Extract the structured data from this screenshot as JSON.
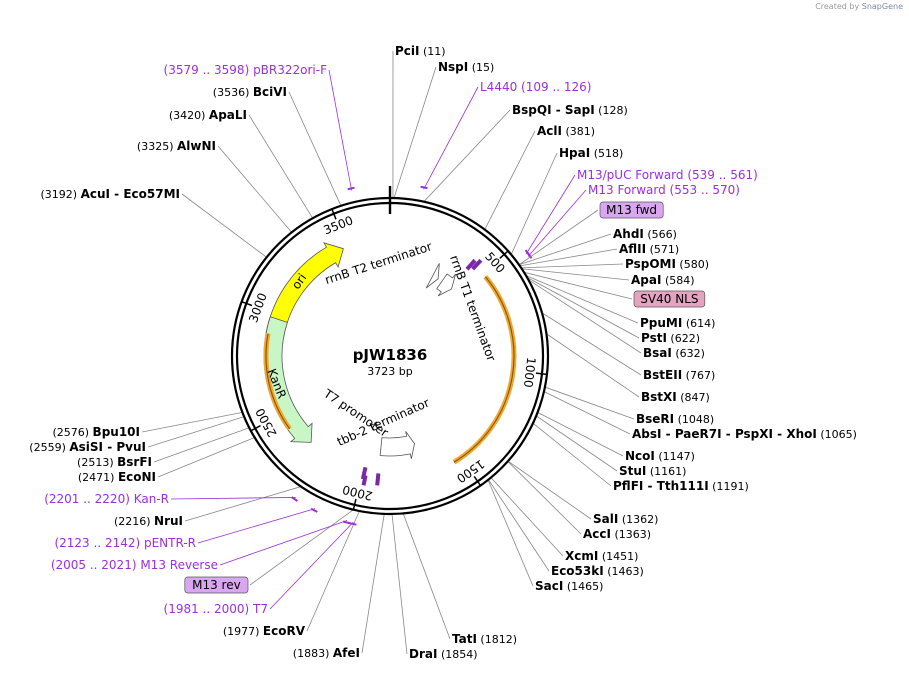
{
  "credit": {
    "prefix": "Created by",
    "brand": "SnapGene"
  },
  "plasmid": {
    "name": "pJW1836",
    "length_label": "3723 bp",
    "length": 3723
  },
  "colors": {
    "primer": "#9b30d9",
    "feature_orange": "#f0a830",
    "ori": "#ffff00",
    "kanr": "#c8f7c5",
    "box_purple": "#d9a6f0",
    "box_pink": "#e6a3c0"
  },
  "ticks": [
    {
      "label": "500",
      "bp": 500
    },
    {
      "label": "1000",
      "bp": 1000
    },
    {
      "label": "1500",
      "bp": 1500
    },
    {
      "label": "2000",
      "bp": 2000
    },
    {
      "label": "2500",
      "bp": 2500
    },
    {
      "label": "3000",
      "bp": 3000
    },
    {
      "label": "3500",
      "bp": 3500
    }
  ],
  "features": [
    {
      "name": "ori",
      "start": 2900,
      "end": 3480,
      "color": "#ffff00",
      "dir": 1
    },
    {
      "name": "KanR",
      "start": 2300,
      "end": 2980,
      "color": "#c8f7c5",
      "dir": -1
    },
    {
      "name": "rrnB T2 terminator",
      "start": 290,
      "end": 330,
      "color": "#ffffff",
      "dir": 1
    },
    {
      "name": "rrnB T1 terminator",
      "start": 360,
      "end": 440,
      "color": "#ffffff",
      "dir": 1
    },
    {
      "name": "tbb-2 terminator",
      "start": 1700,
      "end": 1920,
      "color": "#ffffff",
      "dir": -1
    },
    {
      "name": "T7 promoter",
      "start": 1981,
      "end": 2000,
      "color": "#ffffff",
      "dir": -1
    }
  ],
  "labels": [
    {
      "text": "PciI",
      "pos": "(11)",
      "type": "enzyme"
    },
    {
      "text": "NspI",
      "pos": "(15)",
      "type": "enzyme"
    },
    {
      "text": "L4440",
      "pos": "(109 .. 126)",
      "type": "primer"
    },
    {
      "text": "BspQI - SapI",
      "pos": "(128)",
      "type": "enzyme"
    },
    {
      "text": "AclI",
      "pos": "(381)",
      "type": "enzyme"
    },
    {
      "text": "HpaI",
      "pos": "(518)",
      "type": "enzyme"
    },
    {
      "text": "M13/pUC Forward",
      "pos": "(539 .. 561)",
      "type": "primer"
    },
    {
      "text": "M13 Forward",
      "pos": "(553 .. 570)",
      "type": "primer"
    },
    {
      "text": "M13 fwd",
      "pos": "",
      "type": "box_purple"
    },
    {
      "text": "AhdI",
      "pos": "(566)",
      "type": "enzyme"
    },
    {
      "text": "AflII",
      "pos": "(571)",
      "type": "enzyme"
    },
    {
      "text": "PspOMI",
      "pos": "(580)",
      "type": "enzyme"
    },
    {
      "text": "ApaI",
      "pos": "(584)",
      "type": "enzyme"
    },
    {
      "text": "SV40 NLS",
      "pos": "",
      "type": "box_pink"
    },
    {
      "text": "PpuMI",
      "pos": "(614)",
      "type": "enzyme"
    },
    {
      "text": "PstI",
      "pos": "(622)",
      "type": "enzyme"
    },
    {
      "text": "BsaI",
      "pos": "(632)",
      "type": "enzyme"
    },
    {
      "text": "BstEII",
      "pos": "(767)",
      "type": "enzyme"
    },
    {
      "text": "BstXI",
      "pos": "(847)",
      "type": "enzyme"
    },
    {
      "text": "BseRI",
      "pos": "(1048)",
      "type": "enzyme"
    },
    {
      "text": "AbsI - PaeR7I - PspXI - XhoI",
      "pos": "(1065)",
      "type": "enzyme"
    },
    {
      "text": "NcoI",
      "pos": "(1147)",
      "type": "enzyme"
    },
    {
      "text": "StuI",
      "pos": "(1161)",
      "type": "enzyme"
    },
    {
      "text": "PflFI - Tth111I",
      "pos": "(1191)",
      "type": "enzyme"
    },
    {
      "text": "SalI",
      "pos": "(1362)",
      "type": "enzyme"
    },
    {
      "text": "AccI",
      "pos": "(1363)",
      "type": "enzyme"
    },
    {
      "text": "XcmI",
      "pos": "(1451)",
      "type": "enzyme"
    },
    {
      "text": "Eco53kI",
      "pos": "(1463)",
      "type": "enzyme"
    },
    {
      "text": "SacI",
      "pos": "(1465)",
      "type": "enzyme"
    },
    {
      "text": "TatI",
      "pos": "(1812)",
      "type": "enzyme"
    },
    {
      "text": "DraI",
      "pos": "(1854)",
      "type": "enzyme"
    },
    {
      "text": "AfeI",
      "pos": "(1883)",
      "type": "enzyme"
    },
    {
      "text": "EcoRV",
      "pos": "(1977)",
      "type": "enzyme"
    },
    {
      "text": "T7",
      "pos": "(1981 .. 2000)",
      "type": "primer"
    },
    {
      "text": "M13 rev",
      "pos": "",
      "type": "box_purple"
    },
    {
      "text": "M13 Reverse",
      "pos": "(2005 .. 2021)",
      "type": "primer"
    },
    {
      "text": "pENTR-R",
      "pos": "(2123 .. 2142)",
      "type": "primer"
    },
    {
      "text": "NruI",
      "pos": "(2216)",
      "type": "enzyme"
    },
    {
      "text": "Kan-R",
      "pos": "(2201 .. 2220)",
      "type": "primer"
    },
    {
      "text": "EcoNI",
      "pos": "(2471)",
      "type": "enzyme"
    },
    {
      "text": "BsrFI",
      "pos": "(2513)",
      "type": "enzyme"
    },
    {
      "text": "AsiSI - PvuI",
      "pos": "(2559)",
      "type": "enzyme"
    },
    {
      "text": "Bpu10I",
      "pos": "(2576)",
      "type": "enzyme"
    },
    {
      "text": "AcuI - Eco57MI",
      "pos": "(3192)",
      "type": "enzyme"
    },
    {
      "text": "AlwNI",
      "pos": "(3325)",
      "type": "enzyme"
    },
    {
      "text": "ApaLI",
      "pos": "(3420)",
      "type": "enzyme"
    },
    {
      "text": "BciVI",
      "pos": "(3536)",
      "type": "enzyme"
    },
    {
      "text": "pBR322ori-F",
      "pos": "(3579 .. 3598)",
      "type": "primer"
    }
  ]
}
